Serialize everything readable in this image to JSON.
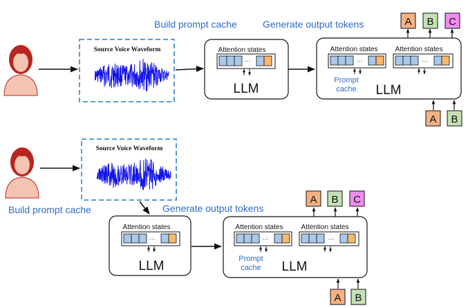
{
  "top": {
    "build_label": "Build prompt cache",
    "generate_label": "Generate output tokens",
    "waveform_title": "Source Voice Waveform",
    "llm1": {
      "attention_label": "Attention states",
      "llm_label": "LLM"
    },
    "llm2": {
      "attention_left_label": "Attention states",
      "attention_right_label": "Attention states",
      "prompt_cache_label_1": "Prompt",
      "prompt_cache_label_2": "cache",
      "llm_label": "LLM"
    },
    "output_tokens": [
      "A",
      "B",
      "C"
    ],
    "input_tokens": [
      "A",
      "B"
    ]
  },
  "bottom": {
    "build_label": "Build prompt cache",
    "generate_label": "Generate output tokens",
    "waveform_title": "Source Voice Waveform",
    "llm1": {
      "attention_label": "Attention states",
      "llm_label": "LLM"
    },
    "llm2": {
      "attention_left_label": "Attention states",
      "attention_right_label": "Attention states",
      "prompt_cache_label_1": "Prompt",
      "prompt_cache_label_2": "cache",
      "llm_label": "LLM"
    },
    "output_tokens": [
      "A",
      "B",
      "C"
    ],
    "input_tokens": [
      "A",
      "B"
    ]
  },
  "colors": {
    "label_blue": "#2e6bc6",
    "dash_blue": "#5b9bd5",
    "cell_blue": "#a9c8ea",
    "cell_orange": "#f6b96b",
    "token_a": "#f4b183",
    "token_b": "#c5e0b4",
    "token_c": "#f08cf0",
    "wave_blue": "#1515e8",
    "hair": "#b8261f",
    "skin": "#f2c4b1"
  },
  "icons": [
    "person-icon",
    "waveform-icon"
  ]
}
